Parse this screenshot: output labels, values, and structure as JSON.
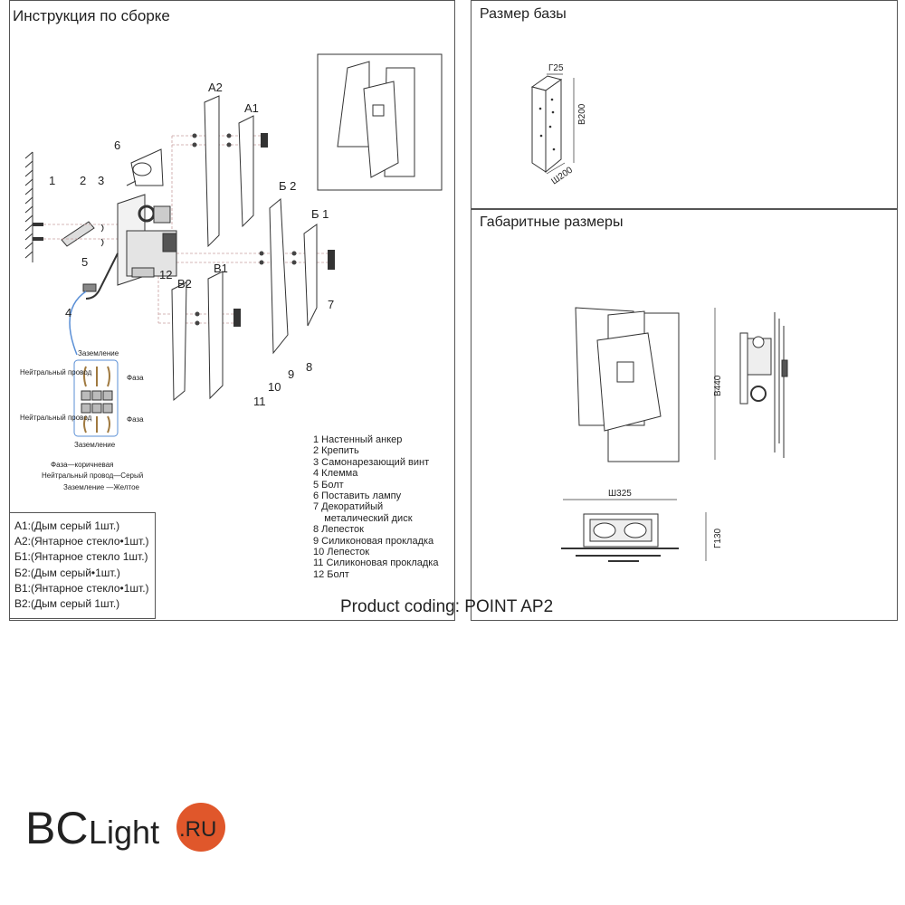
{
  "assembly": {
    "title": "Инструкция по сборке",
    "callouts": {
      "n1": "1",
      "n2": "2",
      "n3": "3",
      "n4": "4",
      "n5": "5",
      "n6": "6",
      "n7": "7",
      "n8": "8",
      "n9": "9",
      "n10": "10",
      "n11": "11",
      "n12": "12",
      "a2": "A2",
      "a1": "A1",
      "b2": "Б 2",
      "b1": "Б 1",
      "v2": "B2",
      "v1": "B1"
    },
    "wiring": {
      "ground_top": "Заземление",
      "neutral_top": "Нейтральный провод",
      "phase_top": "Фаза",
      "neutral_bottom": "Нейтральный провод",
      "phase_bottom": "Фаза",
      "ground_bottom": "Заземление",
      "color_phase": "Фаза—коричневая",
      "color_neutral": "Нейтральный провод—Серый",
      "color_ground": "Заземление —Желтое"
    },
    "legend": [
      "1  Настенный анкер",
      "2  Крепить",
      "3  Самонарезающий винт",
      "4  Клемма",
      "5  Болт",
      "6 Поставить лампу",
      "7  Декоратийый",
      "    металический диск",
      "8 Лепесток",
      "9 Силиконовая прокладка",
      "10 Лепесток",
      "11 Силиконовая прокладка",
      "12 Болт"
    ],
    "parts": [
      "A1:(Дым серый 1шт.)",
      "A2:(Янтарное стекло•1шт.)",
      "Б1:(Янтарное стекло 1шт.)",
      "Б2:(Дым серый•1шт.)",
      "B1:(Янтарное стекло•1шт.)",
      "B2:(Дым серый 1шт.)"
    ]
  },
  "base_size": {
    "title": "Размер базы",
    "depth": "Г25",
    "height": "B200",
    "width": "Ш200"
  },
  "overall_size": {
    "title": "Габаритные размеры",
    "height": "B440",
    "width": "Ш325",
    "depth": "Г130"
  },
  "product_coding": "Product coding: POINT AP2",
  "logo": {
    "text_bc": "BC",
    "text_light": "Light",
    "text_ru": ".RU",
    "color_orange": "#e8912a",
    "color_circle": "#e0572b"
  }
}
